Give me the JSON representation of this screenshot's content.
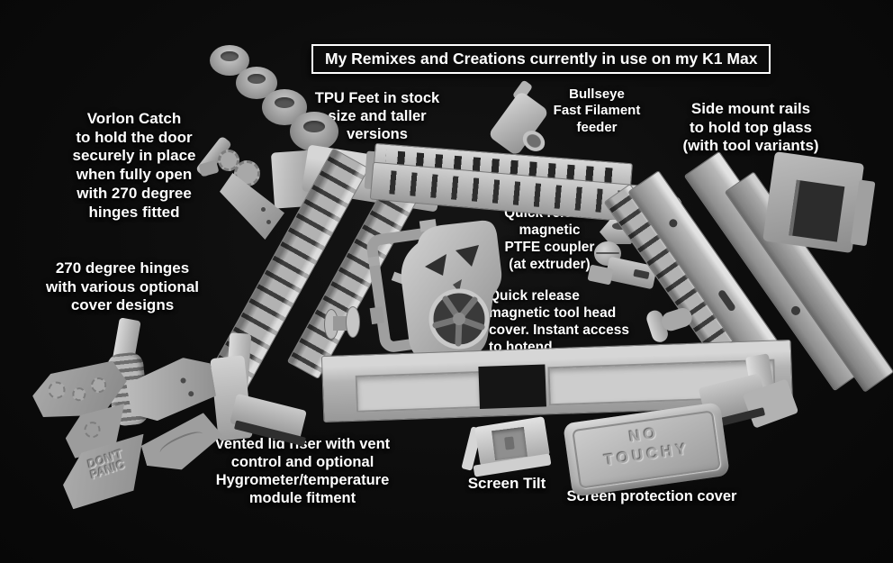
{
  "title_banner": {
    "text": "My Remixes and Creations currently in use on my K1 Max"
  },
  "annotations": {
    "vorlon_catch": "Vorlon Catch\nto hold the door\nsecurely in place\nwhen fully open\nwith 270 degree\nhinges fitted",
    "hinges_270": "270 degree hinges\nwith various optional\ncover designs",
    "tpu_feet": "TPU Feet in stock\nsize and taller\nversions",
    "bullseye_feeder": "Bullseye\nFast Filament\nfeeder",
    "side_mount_rails": "Side mount rails\nto hold top glass\n(with tool variants)",
    "ptfe_coupler": "Quick release\nmagnetic\nPTFE coupler\n(at extruder)",
    "tool_head_cover": "Quick release\nmagnetic tool head\ncover. Instant access\nto hotend",
    "vented_lid_riser": "Vented lid riser with vent\ncontrol and optional\nHygrometer/temperature\nmodule fitment",
    "screen_tilt": "Screen Tilt",
    "screen_protection": "Screen protection cover"
  },
  "embossed": {
    "no_touchy": "NO\nTOUCHY",
    "dont_panic": "DON'T\nPANIC"
  },
  "colors": {
    "background": "#0c0c0c",
    "part_light": "#d2d2d2",
    "part_mid": "#b0b0b0",
    "part_dark": "#6e6e6e",
    "label_text": "#ffffff"
  }
}
